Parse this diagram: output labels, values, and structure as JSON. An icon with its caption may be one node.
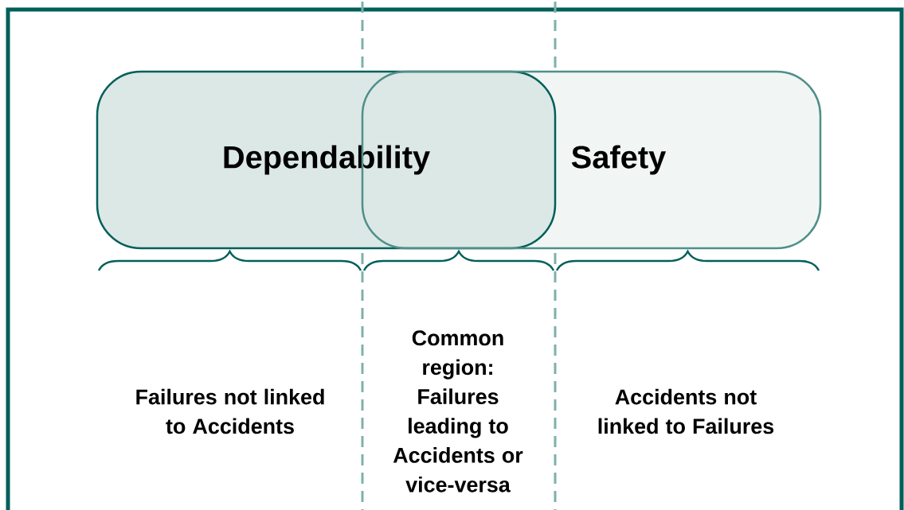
{
  "diagram": {
    "nodes": [
      {
        "text": [
          "Dependability"
        ]
      },
      {
        "text": [
          "Safety"
        ]
      }
    ],
    "labels": [
      "Failures not linked to Accidents",
      "Common region: Failures leading to Accidents or vice-versa",
      "Accidents not linked to Failures"
    ]
  }
}
